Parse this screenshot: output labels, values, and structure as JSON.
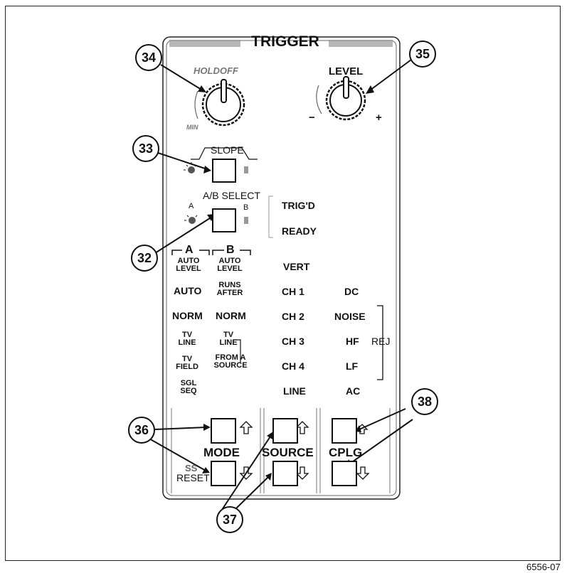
{
  "panel": {
    "title": "TRIGGER",
    "holdoff_label": "HOLDOFF",
    "holdoff_min": "MIN",
    "level_label": "LEVEL",
    "level_minus": "−",
    "level_plus": "+",
    "slope_label": "SLOPE",
    "ab_select_label": "A/B SELECT",
    "ab_a": "A",
    "ab_b": "B",
    "trigd": "TRIG'D",
    "ready": "READY",
    "mode_a_header": "A",
    "mode_b_header": "B",
    "mode_a": [
      "AUTO LEVEL",
      "AUTO",
      "NORM",
      "TV LINE",
      "TV FIELD",
      "SGL SEQ"
    ],
    "mode_b": [
      "AUTO LEVEL",
      "RUNS AFTER",
      "NORM",
      "TV LINE",
      "FROM A SOURCE"
    ],
    "source": [
      "VERT",
      "CH 1",
      "CH 2",
      "CH 3",
      "CH 4",
      "LINE"
    ],
    "coupling": [
      "DC",
      "NOISE",
      "HF",
      "LF",
      "AC"
    ],
    "rej_label": "REJ",
    "mode_label": "MODE",
    "source_label": "SOURCE",
    "cplg_label": "CPLG",
    "reset_label": "RESET",
    "reset_prefix": "SS"
  },
  "callouts": [
    "34",
    "35",
    "33",
    "32",
    "36",
    "37",
    "38"
  ],
  "figure_number": "6556-07"
}
